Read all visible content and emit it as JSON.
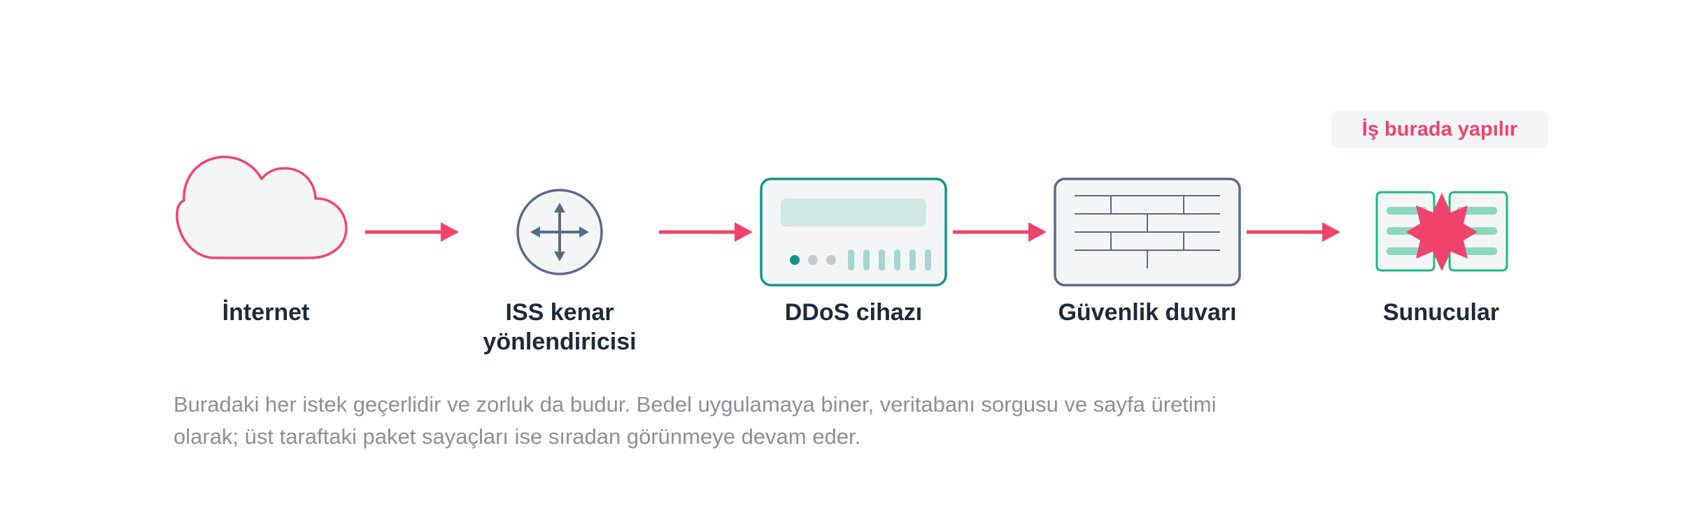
{
  "colors": {
    "accent_red": "#f0436b",
    "slate": "#5b6b82",
    "teal": "#16928a",
    "green": "#19b985",
    "panel_bg": "#f4f5f7"
  },
  "nodes": [
    {
      "icon": "cloud-icon",
      "label_lines": [
        "İnternet"
      ]
    },
    {
      "icon": "router-icon",
      "label_lines": [
        "ISS kenar",
        "yönlendiricisi"
      ]
    },
    {
      "icon": "ddos-appliance-icon",
      "label_lines": [
        "DDoS cihazı"
      ]
    },
    {
      "icon": "firewall-icon",
      "label_lines": [
        "Güvenlik duvarı"
      ]
    },
    {
      "icon": "servers-burst-icon",
      "label_lines": [
        "Sunucular"
      ]
    }
  ],
  "badge": {
    "text": "İş burada yapılır"
  },
  "caption": {
    "line1": "Buradaki her istek geçerlidir ve zorluk da budur. Bedel uygulamaya biner, veritabanı sorgusu ve sayfa üretimi",
    "line2": "olarak; üst taraftaki paket sayaçları ise sıradan görünmeye devam eder."
  }
}
